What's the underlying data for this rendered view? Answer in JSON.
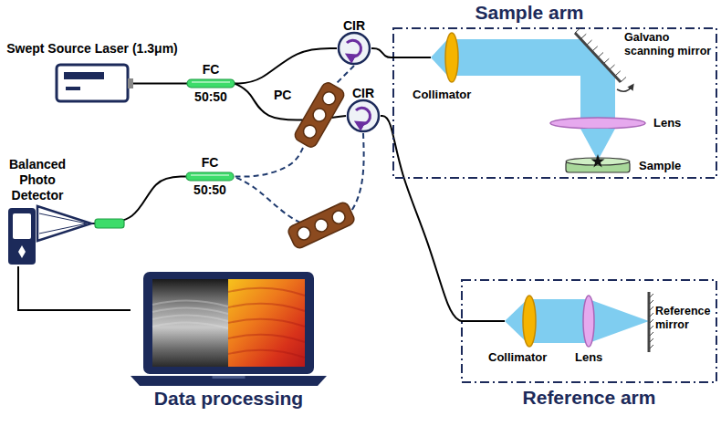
{
  "diagram": {
    "nodes": [
      {
        "text": [
          "Swept Source Laser (1.3μm)"
        ]
      },
      {
        "text": [
          "FC",
          "50:50"
        ]
      },
      {
        "text": [
          "CIR"
        ]
      },
      {
        "text": [
          "CIR"
        ]
      },
      {
        "text": [
          "PC"
        ]
      },
      {
        "text": [
          "FC",
          "50:50"
        ]
      },
      {
        "text": [
          "Balanced Photo Detector"
        ]
      },
      {
        "text": [
          "Data processing"
        ]
      },
      {
        "text": [
          "Sample arm"
        ]
      },
      {
        "text": [
          "Reference arm"
        ]
      }
    ],
    "edges": [
      {
        "from": 0,
        "to": 1,
        "arrow": "none"
      },
      {
        "from": 1,
        "to": 2,
        "arrow": "none"
      },
      {
        "from": 1,
        "to": 3,
        "arrow": "none"
      },
      {
        "from": 2,
        "to": 4,
        "arrow": "none"
      },
      {
        "from": 4,
        "to": 5,
        "arrow": "none"
      },
      {
        "from": 3,
        "to": 5,
        "arrow": "none"
      },
      {
        "from": 5,
        "to": 6,
        "arrow": "none"
      },
      {
        "from": 6,
        "to": 7,
        "arrow": "none"
      },
      {
        "from": 2,
        "to": 8,
        "arrow": "none"
      },
      {
        "from": 3,
        "to": 9,
        "arrow": "none"
      }
    ],
    "labels": [
      "Collimator",
      "Galvano scanning mirror",
      "Lens",
      "Sample",
      "Collimator",
      "Lens",
      "Reference mirror"
    ]
  }
}
